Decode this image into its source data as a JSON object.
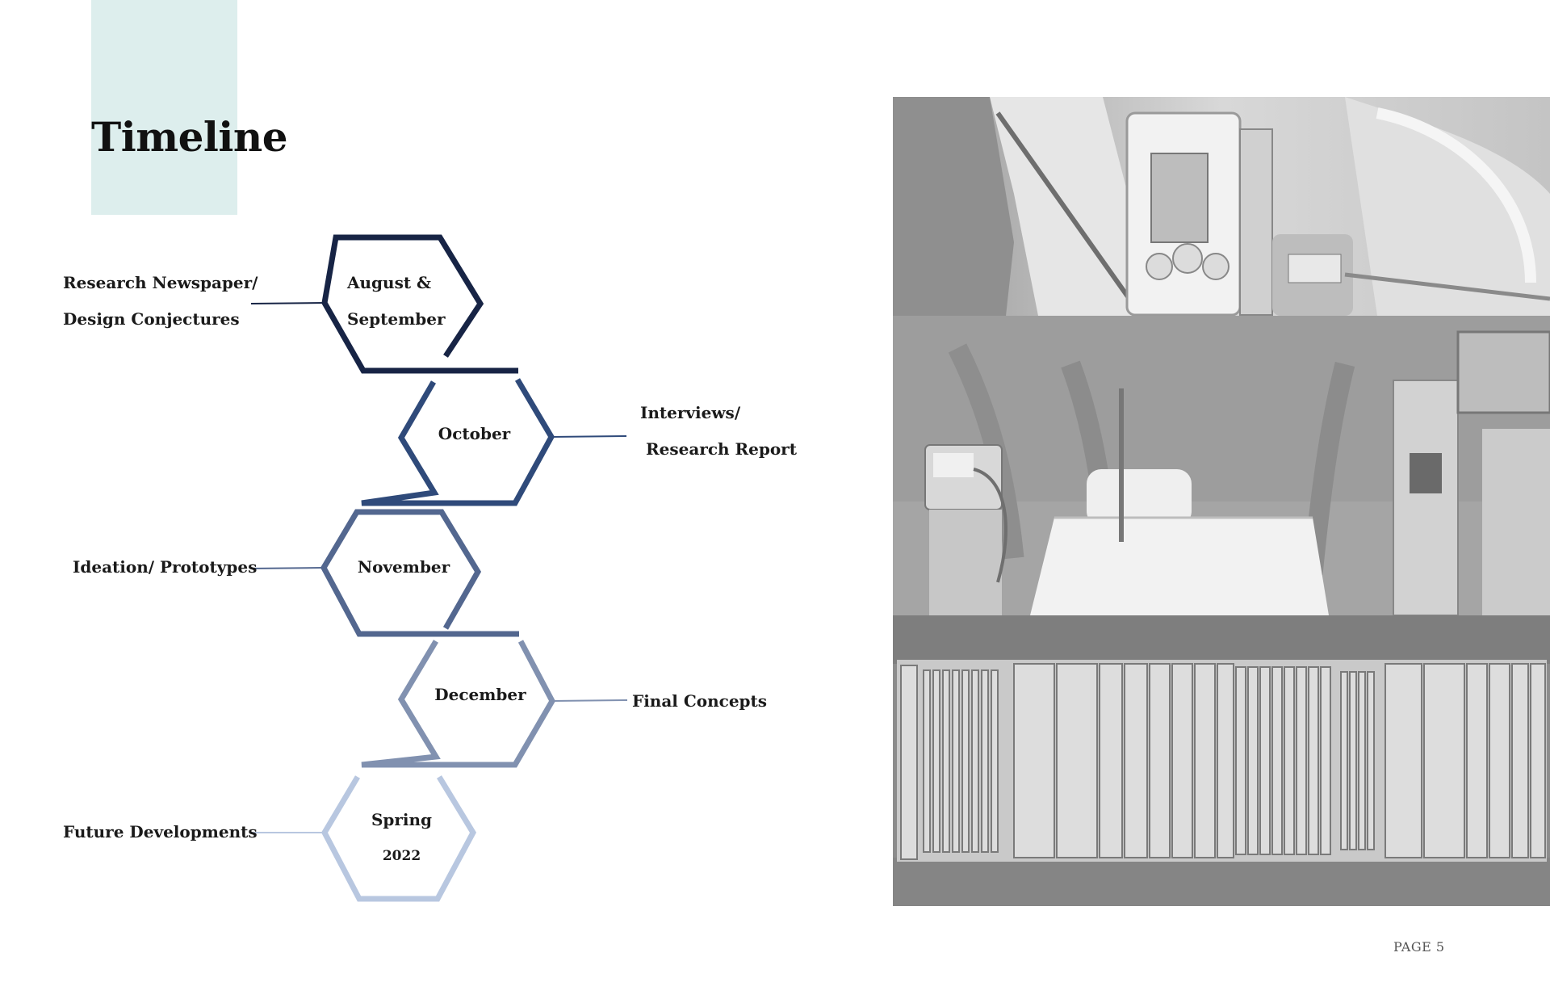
{
  "page": {
    "title": "Timeline",
    "page_number": "PAGE 5"
  },
  "timeline": {
    "stages": [
      {
        "period": [
          "August &",
          "September"
        ],
        "activity": [
          "Research Newspaper/",
          "Design Conjectures"
        ],
        "color": "#172445"
      },
      {
        "period": [
          "October"
        ],
        "activity": [
          "Interviews/",
          "Research Report"
        ],
        "color": "#2f4a7a"
      },
      {
        "period": [
          "November"
        ],
        "activity": [
          "Ideation/ Prototypes"
        ],
        "color": "#53678f"
      },
      {
        "period": [
          "December"
        ],
        "activity": [
          "Final Concepts"
        ],
        "color": "#8191b0"
      },
      {
        "period": [
          "Spring",
          "2022"
        ],
        "activity": [
          "Future Developments"
        ],
        "color": "#b8c7e0"
      }
    ]
  },
  "photos": [
    {
      "name": "infusion-pump-photo"
    },
    {
      "name": "hospital-room-photo"
    },
    {
      "name": "wood-strips-photo"
    }
  ],
  "colors": {
    "accent_block": "#ddeeed",
    "text": "#1a1a1a"
  }
}
